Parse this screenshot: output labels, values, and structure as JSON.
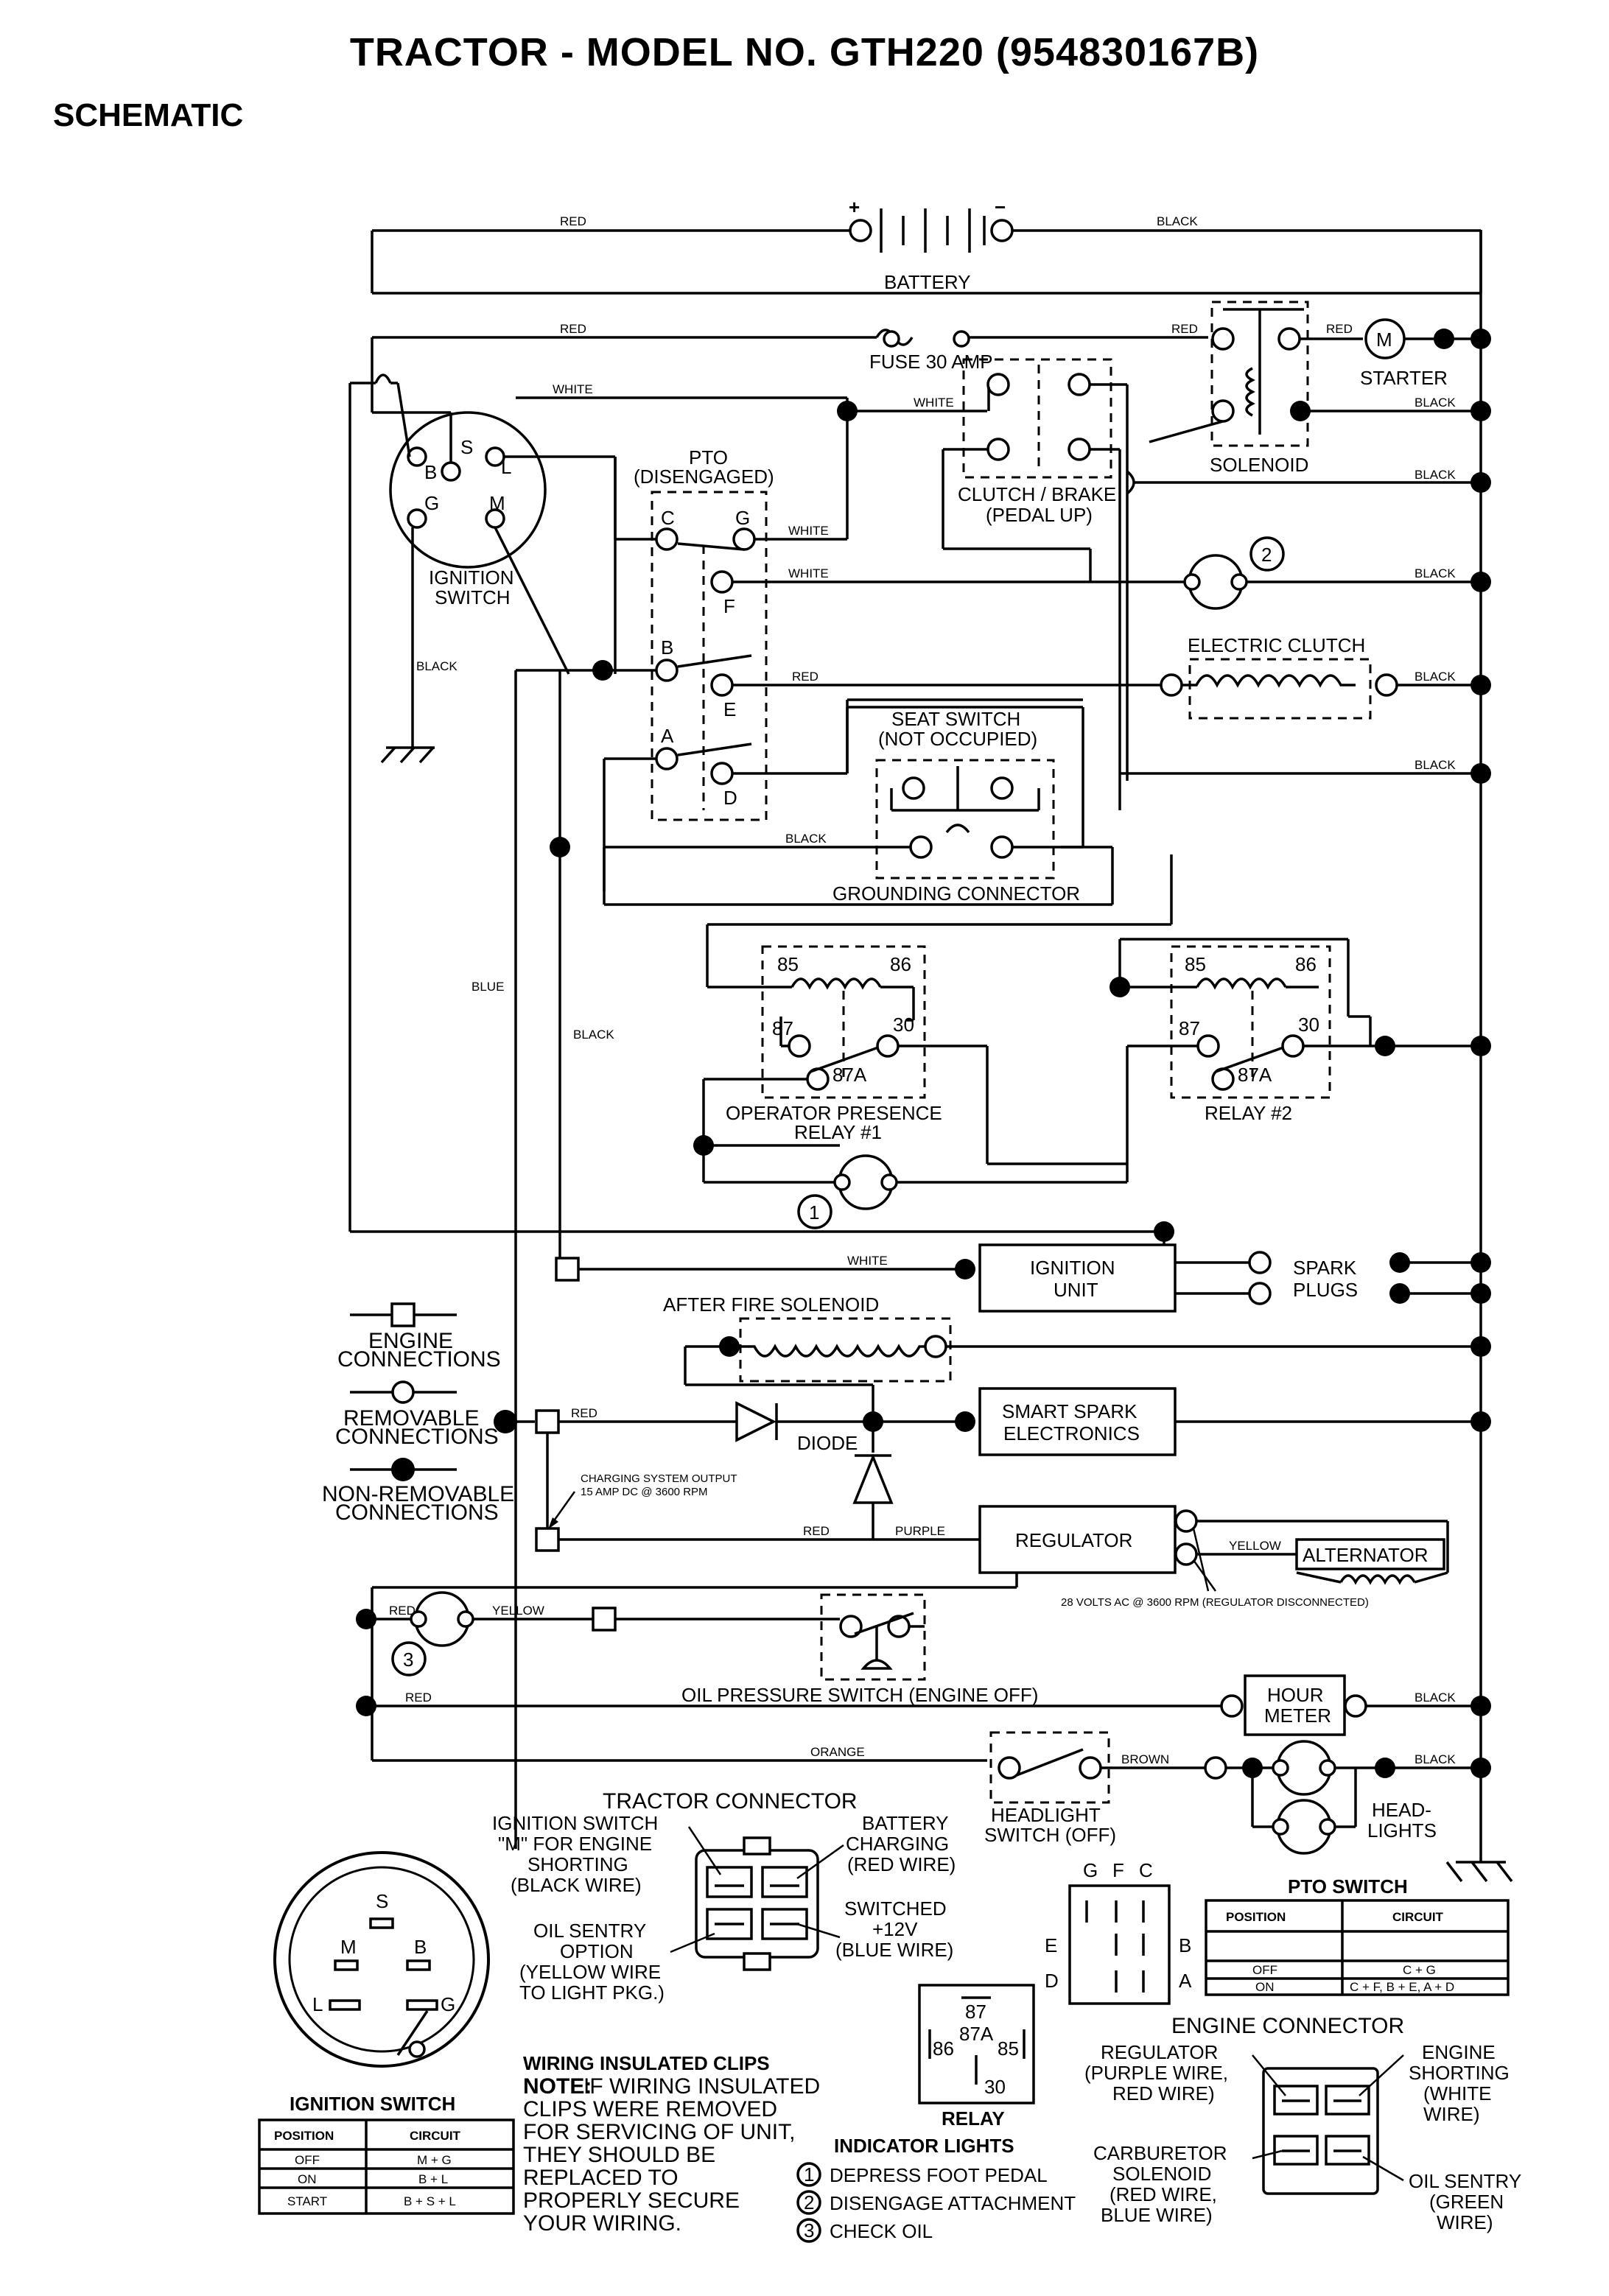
{
  "title": "TRACTOR - MODEL NO. GTH220 (954830167B)",
  "subtitle": "SCHEMATIC",
  "wire_colors": {
    "red": "RED",
    "black": "BLACK",
    "white": "WHITE",
    "blue": "BLUE",
    "yellow": "YELLOW",
    "purple": "PURPLE",
    "orange": "ORANGE",
    "brown": "BROWN"
  },
  "battery": {
    "plus": "+",
    "minus": "−",
    "label": "BATTERY"
  },
  "fuse": "FUSE 30 AMP",
  "starter": {
    "m": "M",
    "label": "STARTER"
  },
  "solenoid": "SOLENOID",
  "ignition_switch": {
    "label_1": "IGNITION",
    "label_2": "SWITCH",
    "S": "S",
    "B": "B",
    "L": "L",
    "G": "G",
    "M": "M"
  },
  "pto": {
    "label_1": "PTO",
    "label_2": "(DISENGAGED)",
    "C": "C",
    "G": "G",
    "F": "F",
    "B": "B",
    "E": "E",
    "A": "A",
    "D": "D"
  },
  "clutch_brake": {
    "label_1": "CLUTCH / BRAKE",
    "label_2": "(PEDAL UP)"
  },
  "electric_clutch": "ELECTRIC CLUTCH",
  "seat_switch": {
    "label_1": "SEAT SWITCH",
    "label_2": "(NOT OCCUPIED)"
  },
  "grounding_connector": "GROUNDING CONNECTOR",
  "relay1": {
    "p85": "85",
    "p86": "86",
    "p87": "87",
    "p30": "30",
    "p87a": "87A",
    "label_1": "OPERATOR PRESENCE",
    "label_2": "RELAY #1"
  },
  "relay2": {
    "p85": "85",
    "p86": "86",
    "p87": "87",
    "p30": "30",
    "p87a": "87A",
    "label": "RELAY #2"
  },
  "indicator_numbers": {
    "n1": "1",
    "n2": "2",
    "n3": "3"
  },
  "ignition_unit": {
    "line_1": "IGNITION",
    "line_2": "UNIT"
  },
  "spark_plugs": {
    "line_1": "SPARK",
    "line_2": "PLUGS"
  },
  "after_fire_solenoid": "AFTER FIRE SOLENOID",
  "legend": {
    "engine_1": "ENGINE",
    "engine_2": "CONNECTIONS",
    "removable_1": "REMOVABLE",
    "removable_2": "CONNECTIONS",
    "nonremovable_1": "NON-REMOVABLE",
    "nonremovable_2": "CONNECTIONS"
  },
  "diode": "DIODE",
  "smart_spark": {
    "line_1": "SMART SPARK",
    "line_2": "ELECTRONICS"
  },
  "charging_note": {
    "line_1": "CHARGING SYSTEM OUTPUT",
    "line_2": "15 AMP DC @ 3600 RPM"
  },
  "regulator": "REGULATOR",
  "alternator": "ALTERNATOR",
  "alternator_note": "28 VOLTS AC @ 3600 RPM (REGULATOR DISCONNECTED)",
  "oil_pressure_switch": "OIL PRESSURE SWITCH (ENGINE OFF)",
  "hour_meter": {
    "line_1": "HOUR",
    "line_2": "METER"
  },
  "headlight_switch": {
    "line_1": "HEADLIGHT",
    "line_2": "SWITCH (OFF)"
  },
  "headlights": {
    "line_1": "HEAD-",
    "line_2": "LIGHTS"
  },
  "tractor_connector": {
    "title": "TRACTOR CONNECTOR",
    "left_1": [
      "IGNITION SWITCH",
      "\"M\" FOR ENGINE",
      "SHORTING",
      "(BLACK WIRE)"
    ],
    "right_1": [
      "BATTERY",
      "CHARGING",
      "(RED WIRE)"
    ],
    "left_2": [
      "OIL SENTRY",
      "OPTION",
      "(YELLOW WIRE",
      "TO LIGHT PKG.)"
    ],
    "right_2": [
      "SWITCHED",
      "+12V",
      "(BLUE WIRE)"
    ]
  },
  "pto_switch_diagram": {
    "G": "G",
    "F": "F",
    "C": "C",
    "E": "E",
    "D": "D",
    "B": "B",
    "A": "A"
  },
  "pto_switch_table": {
    "title": "PTO SWITCH",
    "headers": [
      "POSITION",
      "CIRCUIT"
    ],
    "rows": [
      [
        "OFF",
        "C + G"
      ],
      [
        "ON",
        "C + F, B + E, A + D"
      ]
    ]
  },
  "ignition_switch_diagram": {
    "S": "S",
    "M": "M",
    "B": "B",
    "L": "L",
    "G": "G"
  },
  "ignition_switch_table": {
    "title": "IGNITION SWITCH",
    "headers": [
      "POSITION",
      "CIRCUIT"
    ],
    "rows": [
      [
        "OFF",
        "M + G"
      ],
      [
        "ON",
        "B + L"
      ],
      [
        "START",
        "B + S + L"
      ]
    ]
  },
  "wiring_clips": {
    "title": "WIRING INSULATED CLIPS",
    "note_label": "NOTE:",
    "lines": [
      " IF WIRING INSULATED",
      "CLIPS WERE REMOVED",
      "FOR SERVICING OF UNIT,",
      "THEY SHOULD BE",
      "REPLACED TO",
      "PROPERLY SECURE",
      "YOUR WIRING."
    ]
  },
  "relay_diagram": {
    "p87": "87",
    "p86": "86",
    "p87a": "87A",
    "p85": "85",
    "p30": "30",
    "label": "RELAY"
  },
  "indicator_lights": {
    "title": "INDICATOR LIGHTS",
    "items": [
      {
        "num": "1",
        "text": "DEPRESS FOOT PEDAL"
      },
      {
        "num": "2",
        "text": "DISENGAGE ATTACHMENT"
      },
      {
        "num": "3",
        "text": "CHECK OIL"
      }
    ]
  },
  "engine_connector": {
    "title": "ENGINE CONNECTOR",
    "regulator": [
      "REGULATOR",
      "(PURPLE WIRE,",
      "RED WIRE)"
    ],
    "engine_shorting": [
      "ENGINE",
      "SHORTING",
      "(WHITE",
      "WIRE)"
    ],
    "carburetor": [
      "CARBURETOR",
      "SOLENOID",
      "(RED WIRE,",
      "BLUE WIRE)"
    ],
    "oil_sentry": [
      "OIL SENTRY",
      "(GREEN",
      "WIRE)"
    ]
  }
}
